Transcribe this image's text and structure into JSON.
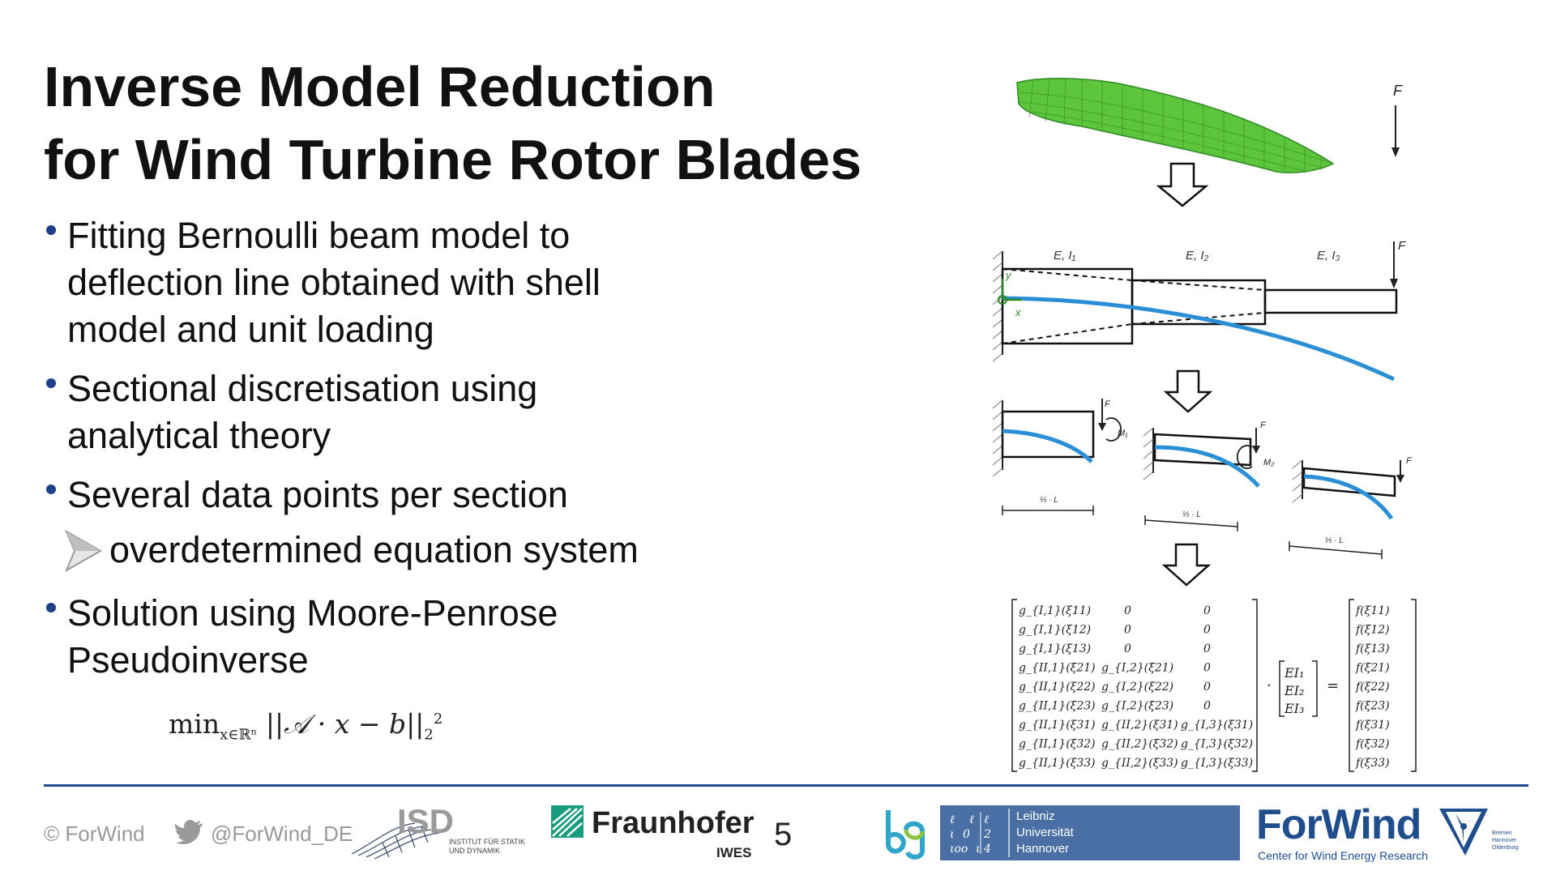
{
  "slide": {
    "title_line1": "Inverse Model Reduction",
    "title_line2": "for Wind Turbine Rotor Blades",
    "bullets": [
      {
        "line1": "Fitting Bernoulli beam model to",
        "line2": "deflection line obtained with shell",
        "line3": "model and unit loading"
      },
      {
        "line1": "Sectional discretisation using",
        "line2": "analytical theory"
      },
      {
        "line1": "Several data points per section"
      },
      {
        "line1": "Solution using Moore-Penrose",
        "line2": "Pseudoinverse"
      }
    ],
    "sub_bullet": "overdetermined equation system",
    "formula": {
      "min": "min",
      "min_sub": "x∈ℝⁿ",
      "expr": "||𝒜 · x − b||",
      "sub": "2",
      "sup": "2"
    }
  },
  "figure": {
    "force_label": "F",
    "beam_sections": [
      "E, I₁",
      "E, I₂",
      "E, I₃"
    ],
    "axis_y": "y",
    "axis_x": "x",
    "moments": [
      "M₁",
      "M₂"
    ],
    "length_labels": [
      "⅓ · L",
      "⅓ · L",
      "⅓ · L"
    ],
    "matrix_rows": [
      [
        "g_{I,1}(ξ11)",
        "0",
        "0"
      ],
      [
        "g_{I,1}(ξ12)",
        "0",
        "0"
      ],
      [
        "g_{I,1}(ξ13)",
        "0",
        "0"
      ],
      [
        "g_{II,1}(ξ21)",
        "g_{I,2}(ξ21)",
        "0"
      ],
      [
        "g_{II,1}(ξ22)",
        "g_{I,2}(ξ22)",
        "0"
      ],
      [
        "g_{II,1}(ξ23)",
        "g_{I,2}(ξ23)",
        "0"
      ],
      [
        "g_{II,1}(ξ31)",
        "g_{II,2}(ξ31)",
        "g_{I,3}(ξ31)"
      ],
      [
        "g_{II,1}(ξ32)",
        "g_{II,2}(ξ32)",
        "g_{I,3}(ξ32)"
      ],
      [
        "g_{II,1}(ξ33)",
        "g_{II,2}(ξ33)",
        "g_{I,3}(ξ33)"
      ]
    ],
    "vector_ei": [
      "EI₁",
      "EI₂",
      "EI₃"
    ],
    "vector_f": [
      "f(ξ11)",
      "f(ξ12)",
      "f(ξ13)",
      "f(ξ21)",
      "f(ξ22)",
      "f(ξ23)",
      "f(ξ31)",
      "f(ξ32)",
      "f(ξ33)"
    ],
    "dot_symbol": "·",
    "equals_symbol": "="
  },
  "footer": {
    "copyright": "© ForWind",
    "twitter": "@ForWind_DE",
    "page_number": "5",
    "isd": {
      "name": "ISD",
      "line1": "INSTITUT FÜR STATIK",
      "line2": "UND DYNAMIK"
    },
    "fraunhofer": {
      "name": "Fraunhofer",
      "sub": "IWES"
    },
    "luh": {
      "line1": "Leibniz",
      "line2": "Universität",
      "line3": "Hannover"
    },
    "forwind": {
      "name": "ForWind",
      "tagline": "Center for Wind Energy Research",
      "cities": [
        "Bremen",
        "Hannover",
        "Oldenburg"
      ]
    }
  },
  "colors": {
    "accent": "#1f4e8c",
    "blade_green": "#5cc53c",
    "deflection_blue": "#2a8fd4",
    "luh_blue": "#4a6fa5"
  }
}
